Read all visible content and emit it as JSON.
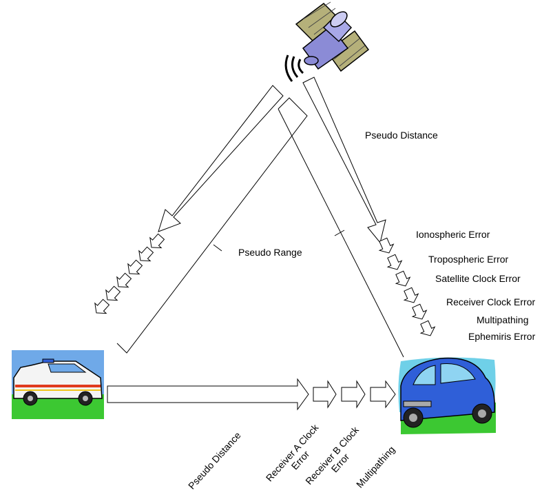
{
  "labels": {
    "pseudo_distance_top": "Pseudo Distance",
    "pseudo_range": "Pseudo Range",
    "errors": [
      "Ionospheric Error",
      "Tropospheric Error",
      "Satellite Clock Error",
      "Receiver Clock Error",
      "Multipathing",
      "Ephemiris Error"
    ],
    "bottom": {
      "pseudo_distance": "Pseudo Distance",
      "receiver_a_clock_line1": "Receiver A Clock",
      "receiver_a_clock_line2": "Error",
      "receiver_b_clock_line1": "Receiver B Clock",
      "receiver_b_clock_line2": "Error",
      "multipathing": "Multipathing"
    }
  },
  "colors": {
    "stroke": "#000000",
    "arrow_fill": "#ffffff",
    "sky": "#6fa9e8",
    "grass": "#3cc832",
    "car_blue": "#2f5fd8",
    "ambulance_white": "#f4f4f4",
    "ambulance_stripe": "#e03a1e",
    "satellite_body": "#8b8bd6",
    "satellite_panel": "#b5b07a"
  },
  "icons": [
    "satellite-icon",
    "ambulance-icon",
    "blue-car-icon"
  ]
}
